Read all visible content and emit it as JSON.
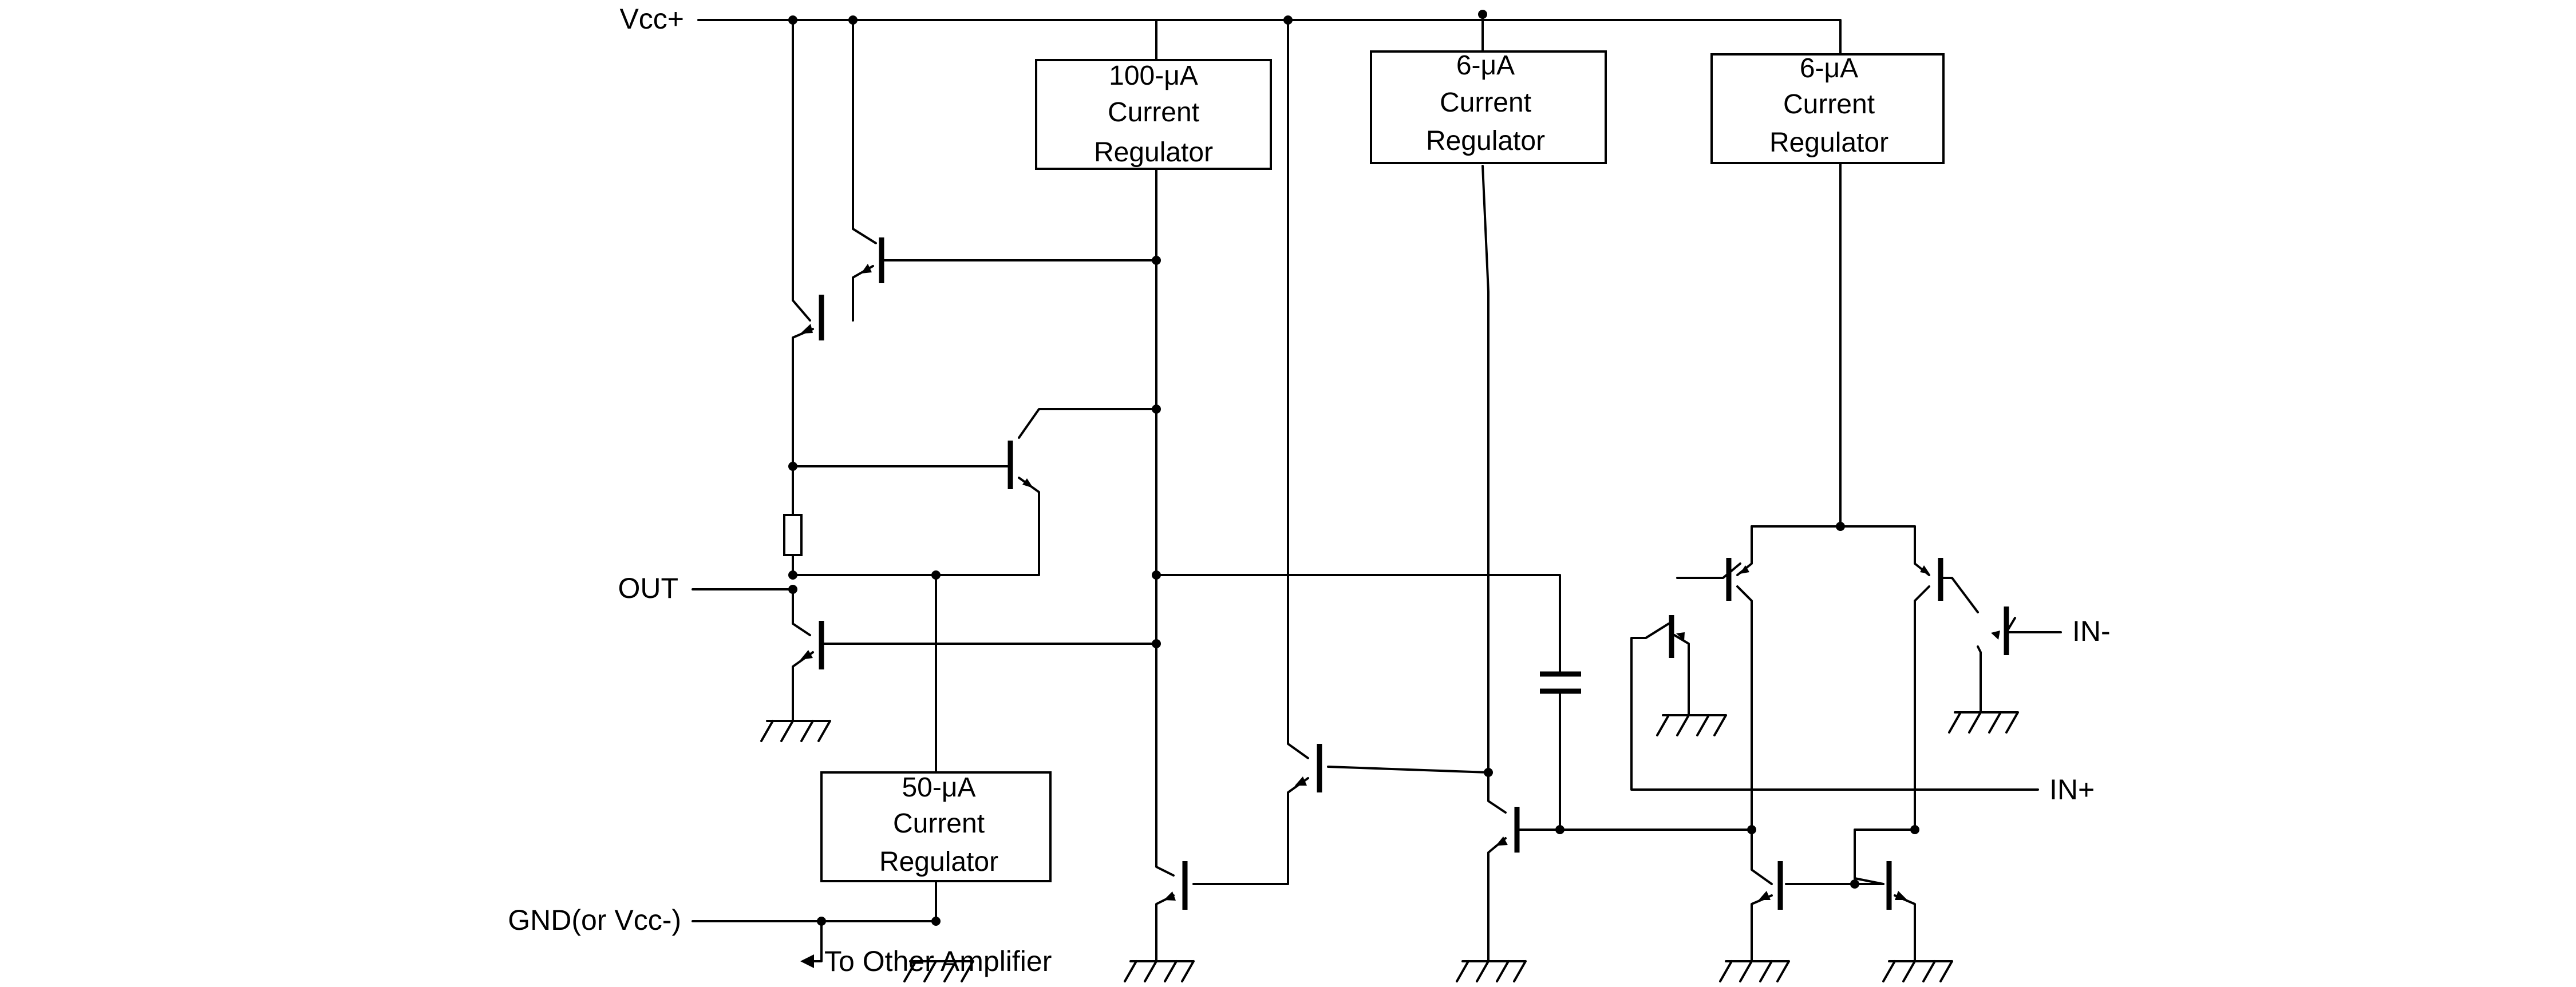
{
  "labels": {
    "vcc_plus": "Vcc+",
    "out": "OUT",
    "gnd": "GND(or Vcc-)",
    "to_other_amplifier": "To Other Amplifier",
    "in_minus": "IN-",
    "in_plus": "IN+"
  },
  "current_regulators": [
    {
      "line1": "100-μA",
      "line2": "Current",
      "line3": "Regulator"
    },
    {
      "line1": "6-μA",
      "line2": "Current",
      "line3": "Regulator"
    },
    {
      "line1": "6-μA",
      "line2": "Current",
      "line3": "Regulator"
    },
    {
      "line1": "50-μA",
      "line2": "Current",
      "line3": "Regulator"
    }
  ]
}
